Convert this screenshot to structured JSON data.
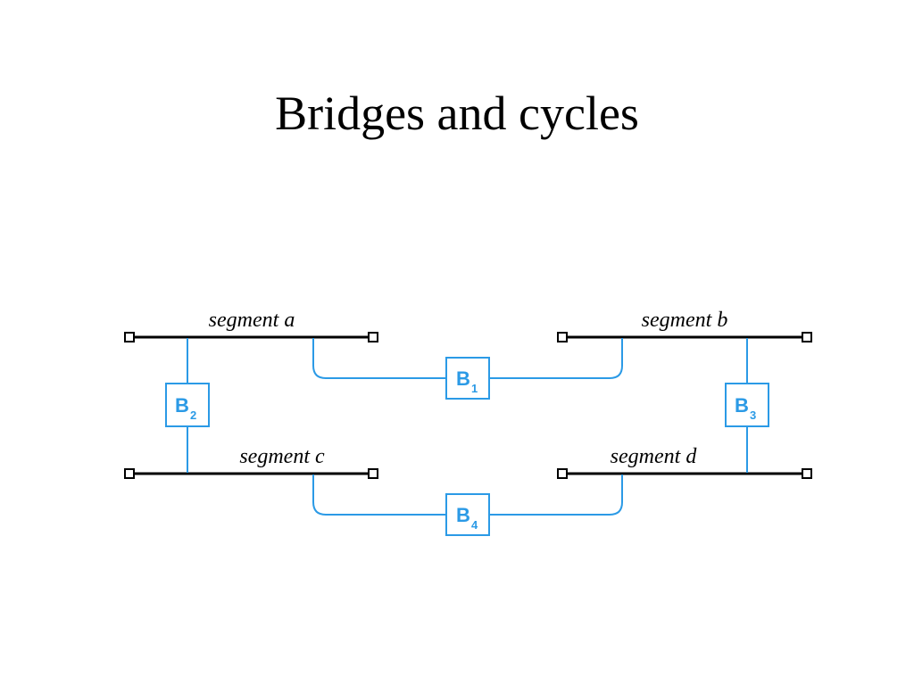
{
  "title": "Bridges and cycles",
  "colors": {
    "segment": "#000000",
    "link": "#2b9ae6",
    "bridge_border": "#2b9ae6",
    "bridge_text": "#2b9ae6"
  },
  "segments": [
    {
      "id": "a",
      "label": "segment a"
    },
    {
      "id": "b",
      "label": "segment b"
    },
    {
      "id": "c",
      "label": "segment c"
    },
    {
      "id": "d",
      "label": "segment d"
    }
  ],
  "bridges": [
    {
      "id": "B1",
      "main": "B",
      "sub": "1",
      "connects": [
        "a",
        "b"
      ]
    },
    {
      "id": "B2",
      "main": "B",
      "sub": "2",
      "connects": [
        "a",
        "c"
      ]
    },
    {
      "id": "B3",
      "main": "B",
      "sub": "3",
      "connects": [
        "b",
        "d"
      ]
    },
    {
      "id": "B4",
      "main": "B",
      "sub": "4",
      "connects": [
        "c",
        "d"
      ]
    }
  ]
}
